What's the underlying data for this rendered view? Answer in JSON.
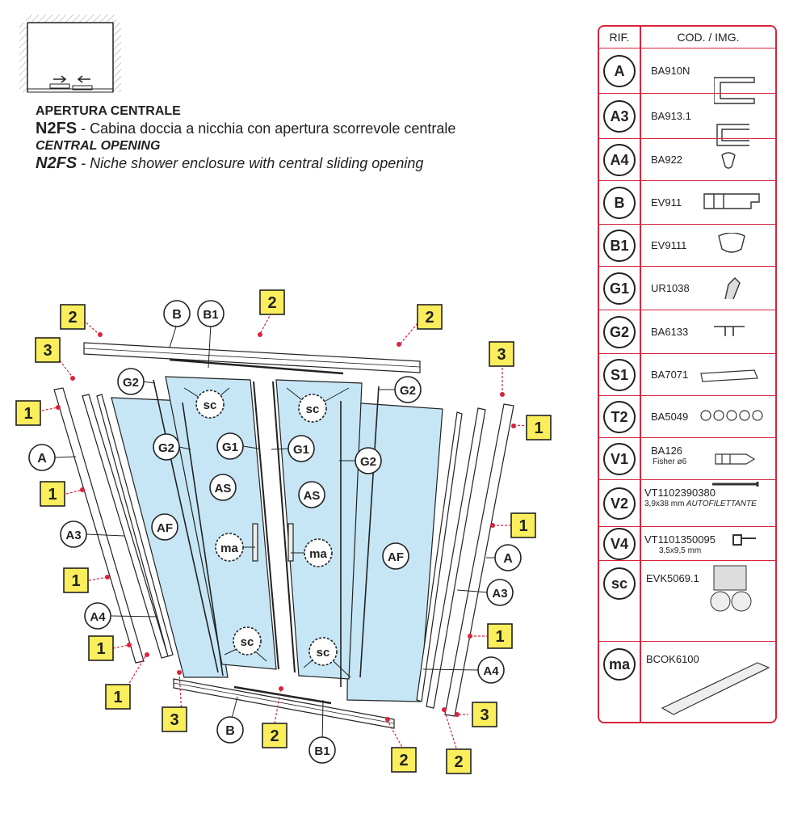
{
  "header": {
    "title_it": "APERTURA CENTRALE",
    "model": "N2FS",
    "desc_it": " - Cabina doccia a nicchia con apertura scorrevole centrale",
    "title_en": "CENTRAL OPENING",
    "desc_en": " - Niche shower enclosure with central sliding opening"
  },
  "table": {
    "col_ref": "RIF.",
    "col_code": "COD. / IMG.",
    "rows": [
      {
        "ref": "A",
        "code": "BA910N",
        "icon": "profile-u-icon"
      },
      {
        "ref": "A3",
        "code": "BA913.1",
        "icon": "profile-c-icon"
      },
      {
        "ref": "A4",
        "code": "BA922",
        "icon": "seal-icon"
      },
      {
        "ref": "B",
        "code": "EV911",
        "icon": "rail-profile-icon"
      },
      {
        "ref": "B1",
        "code": "EV9111",
        "icon": "omega-seal-icon"
      },
      {
        "ref": "G1",
        "code": "UR1038",
        "icon": "magnetic-seal-icon"
      },
      {
        "ref": "G2",
        "code": "BA6133",
        "icon": "t-seal-icon"
      },
      {
        "ref": "S1",
        "code": "BA7071",
        "icon": "stopper-icon"
      },
      {
        "ref": "T2",
        "code": "BA5049",
        "icon": "caps-chain-icon"
      },
      {
        "ref": "V1",
        "code": "BA126",
        "sub": "Fisher ø6",
        "icon": "wall-plug-icon"
      },
      {
        "ref": "V2",
        "code": "VT1102390380",
        "sub": "3,9x38 mm",
        "sub2": "AUTOFILETTANTE",
        "icon": "long-screw-icon"
      },
      {
        "ref": "V4",
        "code": "VT1101350095",
        "sub": "3,5x9,5 mm",
        "icon": "short-screw-icon"
      },
      {
        "ref": "sc",
        "code": "EVK5069.1",
        "icon": "roller-carriage-icon"
      },
      {
        "ref": "ma",
        "code": "BCOK6100",
        "icon": "handle-bar-icon"
      }
    ]
  },
  "callouts": {
    "circles": [
      "B",
      "B1",
      "G2",
      "sc",
      "sc",
      "G2",
      "G2",
      "G1",
      "G1",
      "G2",
      "A",
      "AS",
      "AS",
      "A3",
      "AF",
      "AF",
      "ma",
      "ma",
      "A",
      "A3",
      "A4",
      "sc",
      "sc",
      "A4",
      "B",
      "B1"
    ],
    "squares": [
      "2",
      "2",
      "2",
      "3",
      "3",
      "1",
      "1",
      "1",
      "1",
      "1",
      "1",
      "1",
      "1",
      "3",
      "3",
      "2",
      "2",
      "2"
    ]
  },
  "colors": {
    "accent_red": "#d8243c",
    "label_yellow": "#fbee5c",
    "glass": "#c6e6f6"
  }
}
